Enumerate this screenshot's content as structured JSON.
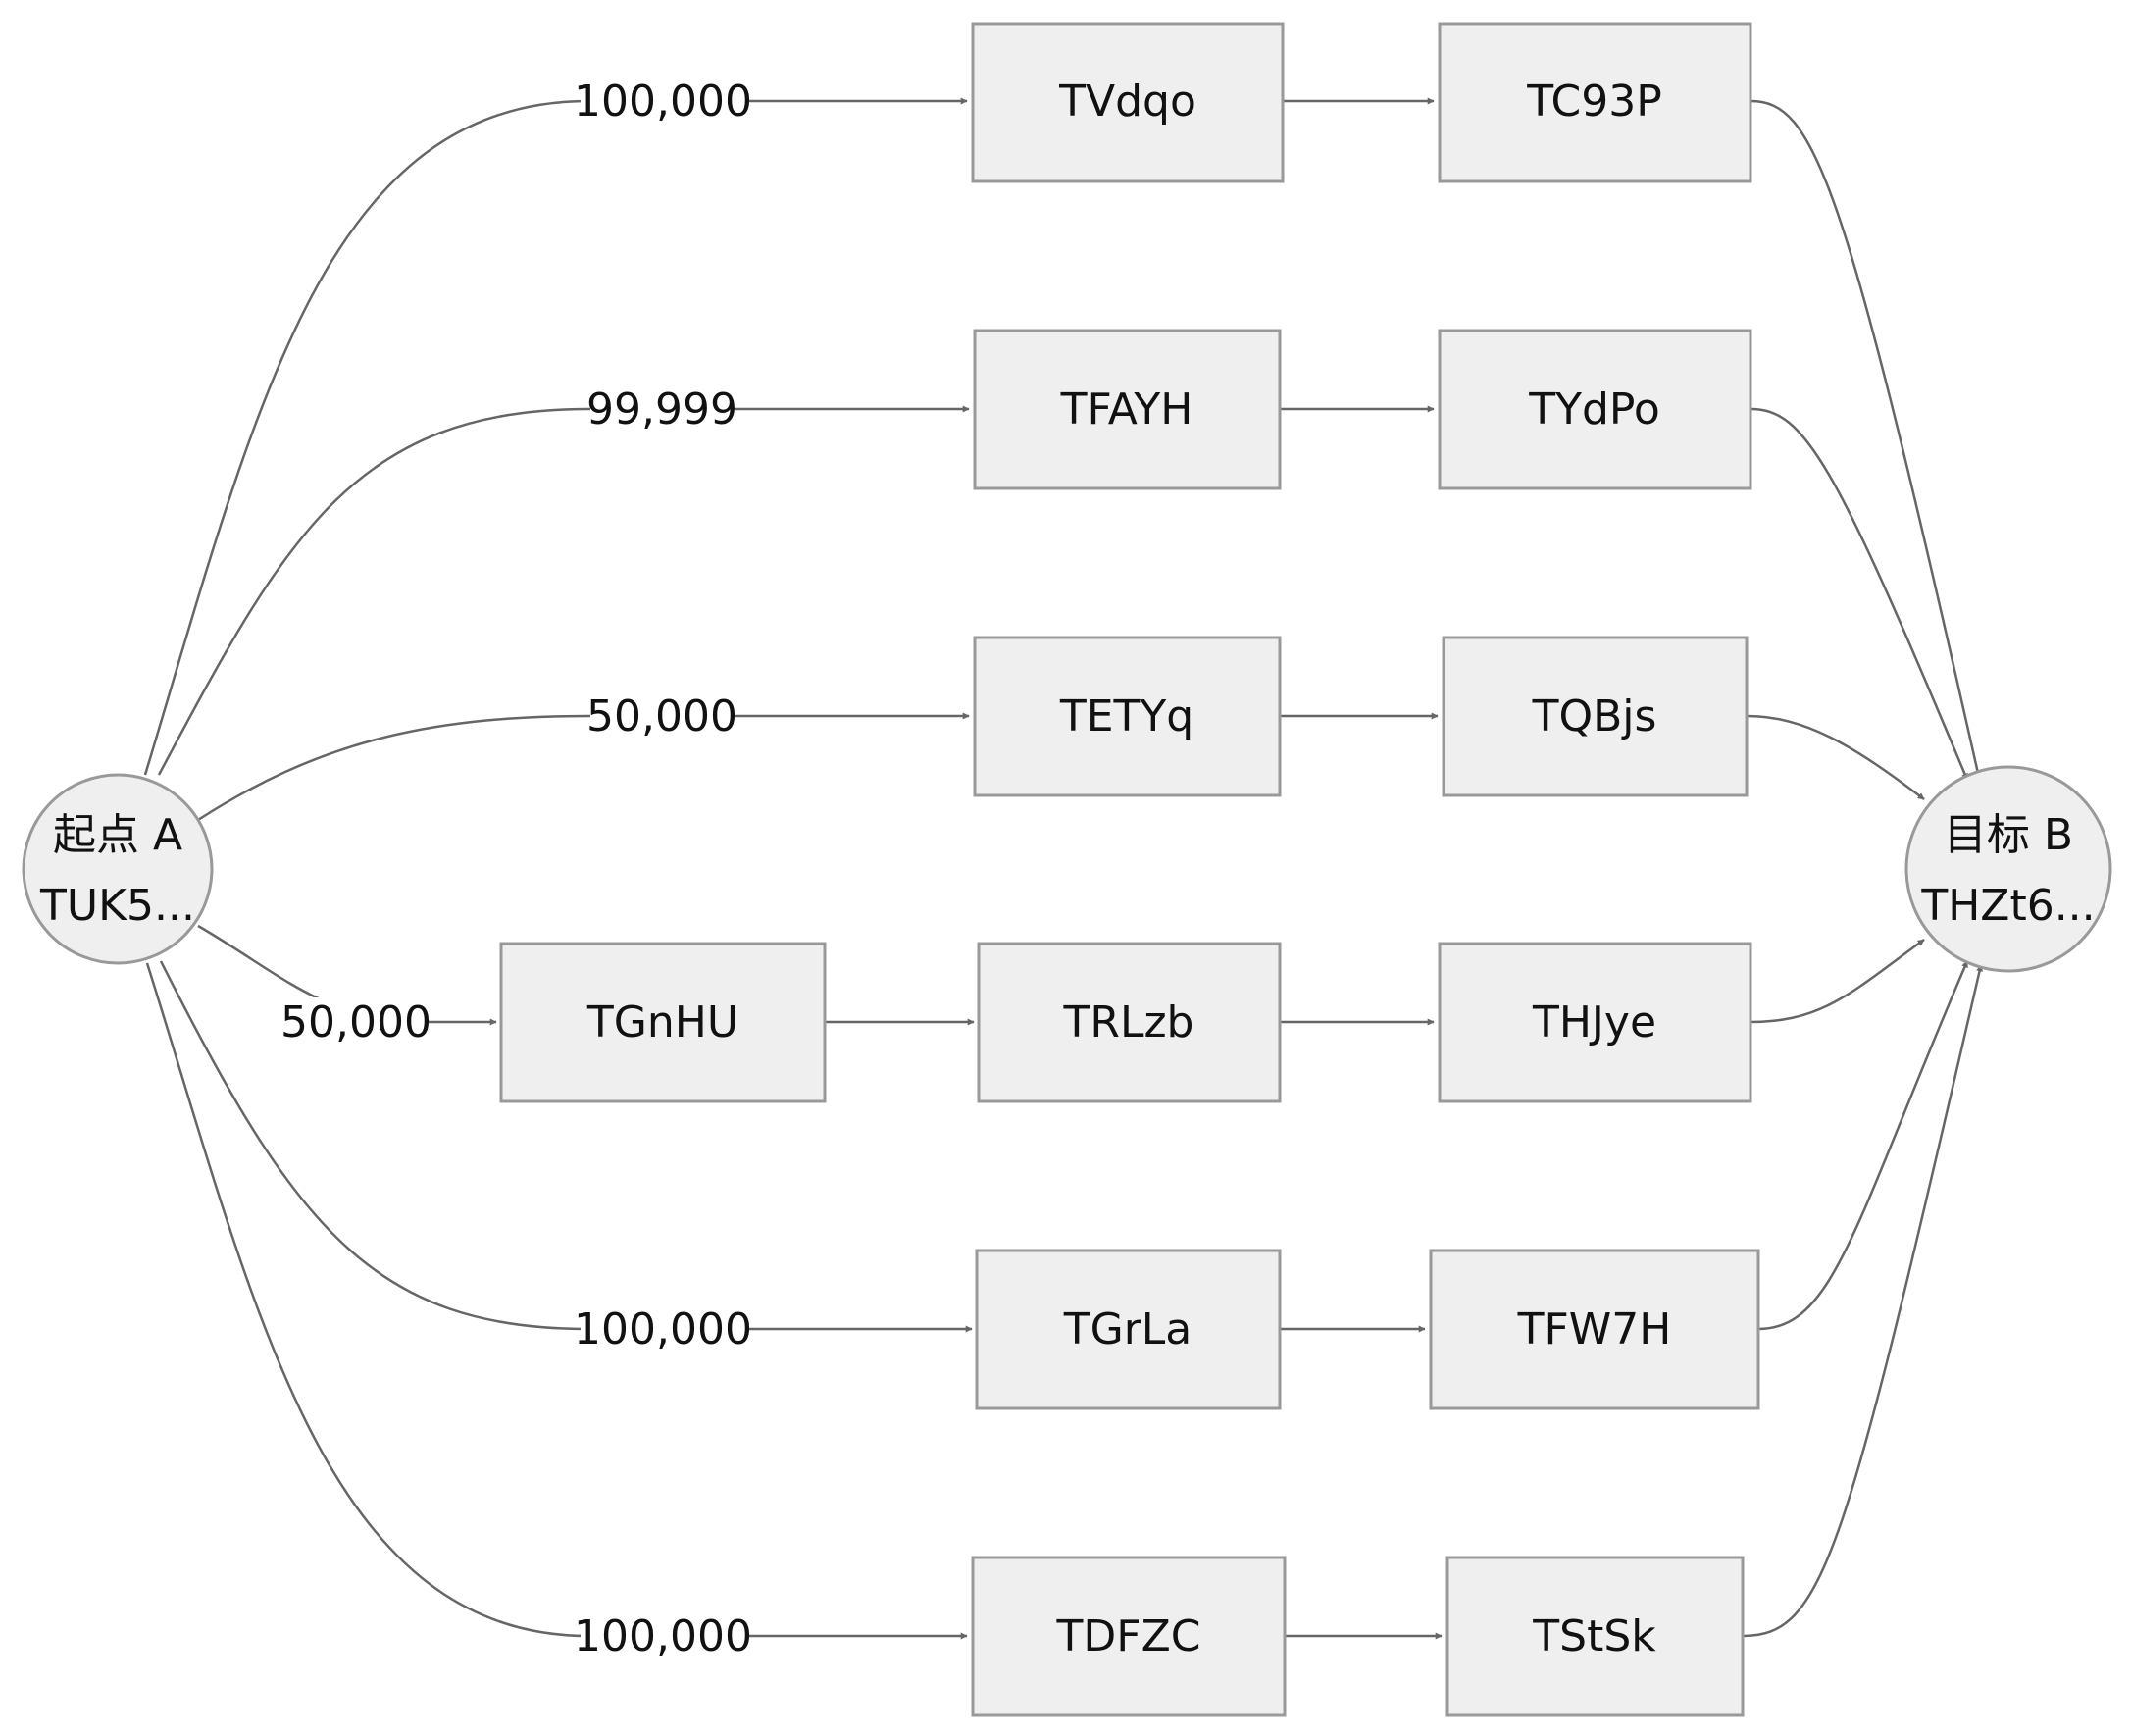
{
  "colors": {
    "node_fill": "#efefef",
    "node_stroke": "#999999",
    "edge": "#666666",
    "text": "#111111"
  },
  "source": {
    "line1": "起点 A",
    "line2": "TUK5..."
  },
  "target": {
    "line1": "目标 B",
    "line2": "THZt6..."
  },
  "paths": [
    {
      "amount": "100,000",
      "nodes": [
        "TVdqo",
        "TC93P"
      ]
    },
    {
      "amount": "99,999",
      "nodes": [
        "TFAYH",
        "TYdPo"
      ]
    },
    {
      "amount": "50,000",
      "nodes": [
        "TETYq",
        "TQBjs"
      ]
    },
    {
      "amount": "50,000",
      "nodes": [
        "TGnHU",
        "TRLzb",
        "THJye"
      ]
    },
    {
      "amount": "100,000",
      "nodes": [
        "TGrLa",
        "TFW7H"
      ]
    },
    {
      "amount": "100,000",
      "nodes": [
        "TDFZC",
        "TStSk"
      ]
    }
  ]
}
